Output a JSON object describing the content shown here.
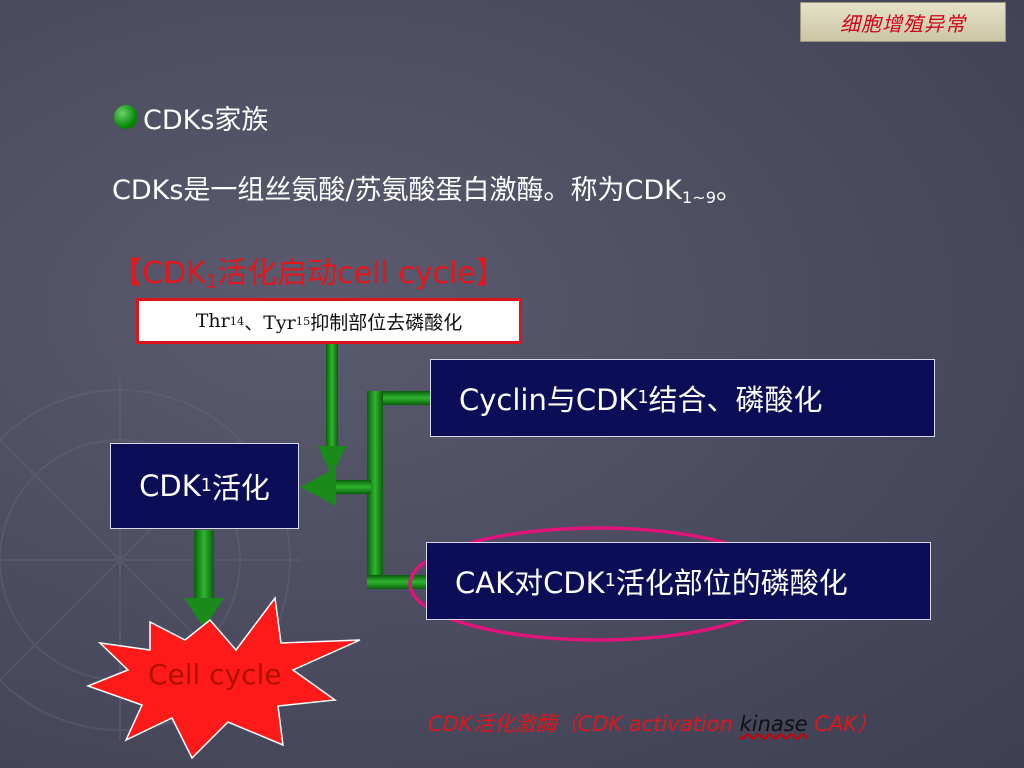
{
  "badge": "细胞增殖异常",
  "heading": "CDKs家族",
  "description": {
    "main": "CDKs是一组丝氨酸/苏氨酸蛋白激酶。称为CDK",
    "sub": "1~9",
    "end": "。"
  },
  "section_title": {
    "prefix": "【CDK",
    "sub": "1",
    "suffix": "活化启动cell cycle】"
  },
  "inhibit_note": {
    "thr": "Thr",
    "thr_sup": "14",
    "sep": "、Tyr",
    "tyr_sup": "15",
    "rest": "抑制部位去磷酸化"
  },
  "cdk1_box": {
    "pre": "CDK",
    "sub": "1",
    "post": "活化"
  },
  "cyclin_box": {
    "pre": "Cyclin与CDK",
    "sub": "1",
    "post": "结合、磷酸化"
  },
  "cak_box": {
    "pre": "CAK对CDK",
    "sub": "1",
    "post": "活化部位的磷酸化"
  },
  "outcome": "Cell cycle",
  "caption": {
    "before": "CDK活化激酶（CDK activation ",
    "kinase": "kinase",
    "after": " CAK）"
  },
  "colors": {
    "background": "#4a4b5e",
    "box_fill": "#0c0d57",
    "arrow_green": "#1a8a1a",
    "title_red": "#e4161b",
    "ellipse_magenta": "#e0147a",
    "star_red": "#ff1a1a"
  }
}
